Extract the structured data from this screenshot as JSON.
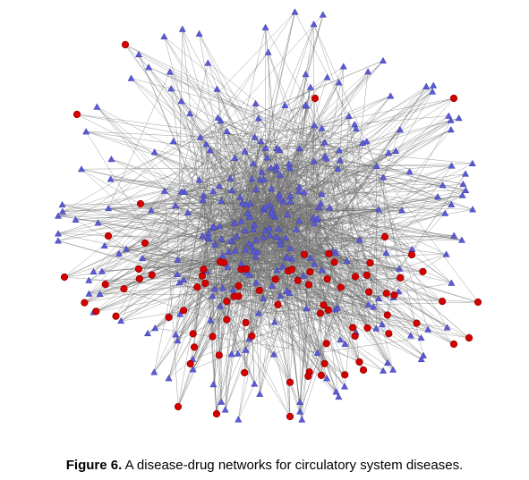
{
  "caption": {
    "label": "Figure 6.",
    "text": " A disease-drug networks for circulatory system diseases."
  },
  "colors": {
    "edge": "#6e6e6e",
    "drug_node": "#5a5ad6",
    "drug_node_stroke": "#3b3ba8",
    "disease_node": "#d40000",
    "disease_node_stroke": "#8b0000"
  },
  "legend": {
    "drug_shape": "triangle",
    "disease_shape": "circle"
  }
}
